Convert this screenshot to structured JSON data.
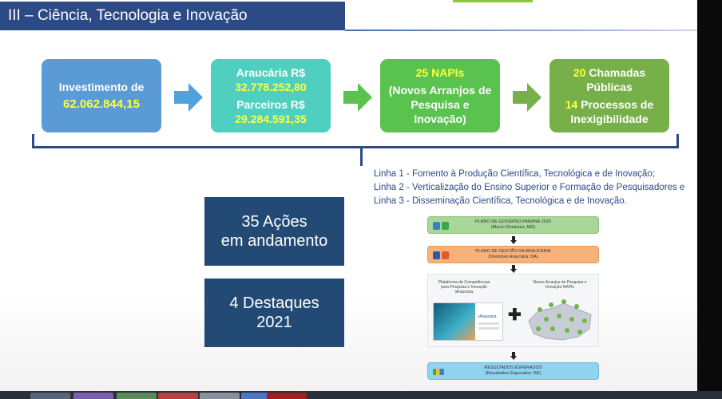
{
  "title": "III – Ciência, Tecnologia e Inovação",
  "boxes": {
    "investment_label": "Investimento de",
    "investment_value": "62.062.844,15",
    "araucaria_label": "Araucária R$",
    "araucaria_value": "32.778.252,80",
    "parceiros_label": "Parceiros R$",
    "parceiros_value": "29.284.591,35",
    "napis_count": "25 NAPIs",
    "napis_desc": "(Novos Arranjos de Pesquisa e Inovação)",
    "chamadas_count": "20",
    "chamadas_label": "Chamadas Públicas",
    "processos_count": "14",
    "processos_label": "Processos de Inexigibilidade"
  },
  "lines": [
    "Linha 1 - Fomento à Produção Científica, Tecnológica e de Inovação;",
    "Linha 2 - Verticalização do Ensino Superior e Formação de Pesquisadores e",
    "Linha 3 - Disseminação Científica, Tecnológica e de Inovação."
  ],
  "stats": {
    "acoes_line1": "35 Ações",
    "acoes_line2": "em andamento",
    "destaques_line1": "4 Destaques",
    "destaques_line2": "2021"
  },
  "flow": {
    "step1_title": "PLANO DE GOVERNO PARANÁ 2020",
    "step1_sub": "(Macro Diretrizes: MD)",
    "step2_title": "PLANO DE GESTÃO DA ARAUCÁRIA",
    "step2_sub": "(Diretrizes Araucária: DA)",
    "platform_label": "Plataforma de Competências para Pesquisa e Inovação iAraucária",
    "napis_label": "Novos Arranjos de Pesquisa e Inovação NAPIs",
    "platform_brand": "iAraucária",
    "step3_title": "RESULTADOS ESPERADOS",
    "step3_sub": "(Resultados Esperados: RE)"
  },
  "colors": {
    "title_bg": "#2b4a86",
    "box_blue": "#5b9bd5",
    "box_teal": "#4fcfc0",
    "box_green": "#5ac24e",
    "box_olive": "#77b048",
    "highlight_yellow": "#ffff3c",
    "stat_bg": "#234a74",
    "arrow": "#4fa3dd"
  }
}
